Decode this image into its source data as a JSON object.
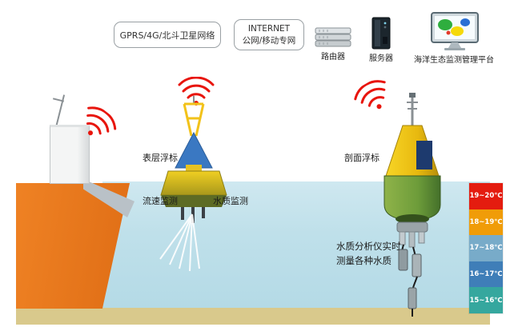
{
  "network": {
    "gprs_box": "GPRS/4G/北斗卫星网络",
    "internet_line1": "INTERNET",
    "internet_line2": "公网/移动专网"
  },
  "devices": {
    "router_label": "路由器",
    "server_label": "服务器",
    "platform_label": "海洋生态监测管理平台"
  },
  "buoys": {
    "surface_label": "表层浮标",
    "profile_label": "剖面浮标",
    "flow_label": "流速监测",
    "quality_label": "水质监测",
    "analyzer_line1": "水质分析仪实时",
    "analyzer_line2": "测量各种水质"
  },
  "temperature_scale": [
    {
      "label": "19~20℃",
      "color": "#e41c0f"
    },
    {
      "label": "18~19℃",
      "color": "#f09c08"
    },
    {
      "label": "17~18℃",
      "color": "#78abc9"
    },
    {
      "label": "16~17℃",
      "color": "#3f7eb8"
    },
    {
      "label": "15~16℃",
      "color": "#35a79e"
    }
  ],
  "colors": {
    "sea": "#bfe0ea",
    "land": "#e4731c",
    "sand": "#d9c98c",
    "wifi": "#e8150d"
  }
}
